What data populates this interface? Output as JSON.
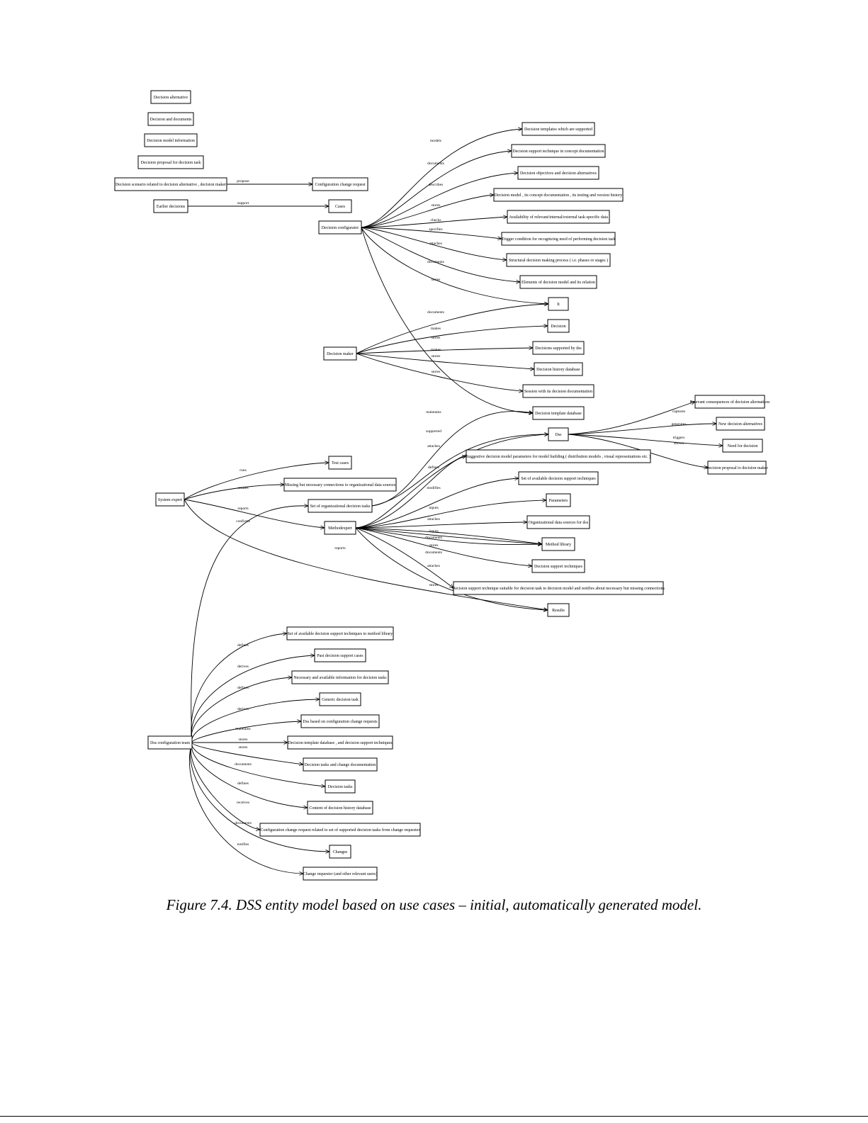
{
  "figure": {
    "caption": "Figure 7.4. DSS entity model based on use cases – initial, automatically generated model."
  },
  "nodes": [
    {
      "id": "n_dec_alt",
      "label": "Decision alternative"
    },
    {
      "id": "n_dec_docs",
      "label": "Decision and documents"
    },
    {
      "id": "n_dec_model_info",
      "label": "Decision model information"
    },
    {
      "id": "n_dec_proposal_task",
      "label": "Decision proposal for decision task"
    },
    {
      "id": "n_dec_scenario",
      "label": "Decision scenario related to decision alternative , decision maker"
    },
    {
      "id": "n_config_change_req",
      "label": "Configuration change request"
    },
    {
      "id": "n_earlier_dec",
      "label": "Earlier decisions"
    },
    {
      "id": "n_cases",
      "label": "Cases"
    },
    {
      "id": "n_dec_configurator",
      "label": "Decision configurator"
    },
    {
      "id": "n_templates_supported",
      "label": "Decision templates which are supported"
    },
    {
      "id": "n_dst_concept",
      "label": "Decision support technique in concept documentation"
    },
    {
      "id": "n_objectives",
      "label": "Decision objectives and decision alternatives"
    },
    {
      "id": "n_dec_model_concept",
      "label": "Decision model , its concept documentation , its testing and version history"
    },
    {
      "id": "n_availability",
      "label": "Availability of relevant/internal/external task-specific data"
    },
    {
      "id": "n_trigger",
      "label": "Trigger condition for recognizing need of performing decision task"
    },
    {
      "id": "n_structural",
      "label": "Structural decision making process ( i.e. phases or stages )"
    },
    {
      "id": "n_elements",
      "label": "Elements of decision model and its relation"
    },
    {
      "id": "n_it",
      "label": "It"
    },
    {
      "id": "n_decision",
      "label": "Decision"
    },
    {
      "id": "n_dec_supported",
      "label": "Decisions supported by dss"
    },
    {
      "id": "n_dec_history_db",
      "label": "Decision history database"
    },
    {
      "id": "n_session",
      "label": "Session with its decision documentation"
    },
    {
      "id": "n_dec_maker",
      "label": "Decision maker"
    },
    {
      "id": "n_template_db",
      "label": "Decision template database"
    },
    {
      "id": "n_dss",
      "label": "Dss"
    },
    {
      "id": "n_relevant",
      "label": "Relevant consequences of decision alternatives"
    },
    {
      "id": "n_new_alt",
      "label": "New decision alternatives"
    },
    {
      "id": "n_need",
      "label": "Need for decision"
    },
    {
      "id": "n_dec_proposal",
      "label": "Decision proposal to decision maker"
    },
    {
      "id": "n_suggestive",
      "label": "Suggestive decision model parameters for model building ( distribution models , visual representations etc. )"
    },
    {
      "id": "n_set_avail_dst",
      "label": "Set of available decision support techniques"
    },
    {
      "id": "n_parameters",
      "label": "Parameters"
    },
    {
      "id": "n_org_data",
      "label": "Organizational data sources for dss"
    },
    {
      "id": "n_method_lib",
      "label": "Method library"
    },
    {
      "id": "n_dst",
      "label": "Decision support techniques"
    },
    {
      "id": "n_dst_suitable",
      "label": "Decision support technique suitable for decision task to decision model and notifies about necessary but missing connections"
    },
    {
      "id": "n_results",
      "label": "Results"
    },
    {
      "id": "n_test_cases",
      "label": "Test cases"
    },
    {
      "id": "n_missing_conn",
      "label": "Missing but necessary connections to organizational data sources"
    },
    {
      "id": "n_set_org_tasks",
      "label": "Set of organizational decision tasks"
    },
    {
      "id": "n_system_expert",
      "label": "System expert"
    },
    {
      "id": "n_methodexpert",
      "label": "Methodexpert"
    },
    {
      "id": "n_set_avail_dst_lib",
      "label": "Set of available decision support techniques to method library"
    },
    {
      "id": "n_past_cases",
      "label": "Past decision support cases"
    },
    {
      "id": "n_necessary_info",
      "label": "Necessary and available information for decision tasks"
    },
    {
      "id": "n_generic_task",
      "label": "Generic decision task"
    },
    {
      "id": "n_dss_based",
      "label": "Dss based on configuration change requests"
    },
    {
      "id": "n_template_db_dst",
      "label": "Decision template database , and decision support techniques"
    },
    {
      "id": "n_tasks_change_doc",
      "label": "Decision tasks and change documentation"
    },
    {
      "id": "n_dec_tasks",
      "label": "Decision tasks"
    },
    {
      "id": "n_content_history",
      "label": "Content of decision history database"
    },
    {
      "id": "n_ccr_related",
      "label": "Configuration change request related to set of supported decision tasks from change requester"
    },
    {
      "id": "n_changes",
      "label": "Changes"
    },
    {
      "id": "n_change_requester",
      "label": "Change requester (and other relevant users)"
    },
    {
      "id": "n_dss_config_team",
      "label": "Dss configuration team"
    }
  ],
  "edges": [
    {
      "id": "e_propose",
      "label": "propose"
    },
    {
      "id": "e_support",
      "label": "support"
    },
    {
      "id": "e_models",
      "label": "models"
    },
    {
      "id": "e_documents_1",
      "label": "documents"
    },
    {
      "id": "e_describes",
      "label": "describes"
    },
    {
      "id": "e_stores_1",
      "label": "stores"
    },
    {
      "id": "e_checks",
      "label": "checks"
    },
    {
      "id": "e_specifies",
      "label": "specifies"
    },
    {
      "id": "e_attaches_1",
      "label": "attaches"
    },
    {
      "id": "e_documents_2",
      "label": "documents"
    },
    {
      "id": "e_stores_2",
      "label": "stores"
    },
    {
      "id": "e_documents_3",
      "label": "documents"
    },
    {
      "id": "e_makes_1",
      "label": "makes"
    },
    {
      "id": "e_stores_3",
      "label": "stores"
    },
    {
      "id": "e_makes_2",
      "label": "makes"
    },
    {
      "id": "e_stores_4",
      "label": "stores"
    },
    {
      "id": "e_stores_5",
      "label": "stores"
    },
    {
      "id": "e_maintains_1",
      "label": "maintains"
    },
    {
      "id": "e_supported",
      "label": "supported"
    },
    {
      "id": "e_captures",
      "label": "captures"
    },
    {
      "id": "e_generates",
      "label": "generates"
    },
    {
      "id": "e_triggers",
      "label": "triggers"
    },
    {
      "id": "e_shows",
      "label": "shows"
    },
    {
      "id": "e_attaches_2",
      "label": "attaches"
    },
    {
      "id": "e_defines_1",
      "label": "defines"
    },
    {
      "id": "e_modifies",
      "label": "modifies"
    },
    {
      "id": "e_inputs_1",
      "label": "inputs"
    },
    {
      "id": "e_attaches_3",
      "label": "attaches"
    },
    {
      "id": "e_inputs_2",
      "label": "inputs"
    },
    {
      "id": "e_documents_4",
      "label": "documents"
    },
    {
      "id": "e_stores_6",
      "label": "stores"
    },
    {
      "id": "e_documents_5",
      "label": "documents"
    },
    {
      "id": "e_attaches_4",
      "label": "attaches"
    },
    {
      "id": "e_stores_7",
      "label": "stores"
    },
    {
      "id": "e_runs",
      "label": "runs"
    },
    {
      "id": "e_creates",
      "label": "creates"
    },
    {
      "id": "e_reports_1",
      "label": "reports"
    },
    {
      "id": "e_confirms",
      "label": "confirms"
    },
    {
      "id": "e_reports_2",
      "label": "reports"
    },
    {
      "id": "e_defines_2",
      "label": "defines"
    },
    {
      "id": "e_derives_1",
      "label": "derives"
    },
    {
      "id": "e_defines_3",
      "label": "defines"
    },
    {
      "id": "e_derives_2",
      "label": "derives"
    },
    {
      "id": "e_maintains_2",
      "label": "maintains"
    },
    {
      "id": "e_stores_8",
      "label": "stores"
    },
    {
      "id": "e_stores_9",
      "label": "stores"
    },
    {
      "id": "e_documents_6",
      "label": "documents"
    },
    {
      "id": "e_defines_4",
      "label": "defines"
    },
    {
      "id": "e_receives",
      "label": "receives"
    },
    {
      "id": "e_documents_7",
      "label": "documents"
    },
    {
      "id": "e_notifies",
      "label": "notifies"
    }
  ]
}
